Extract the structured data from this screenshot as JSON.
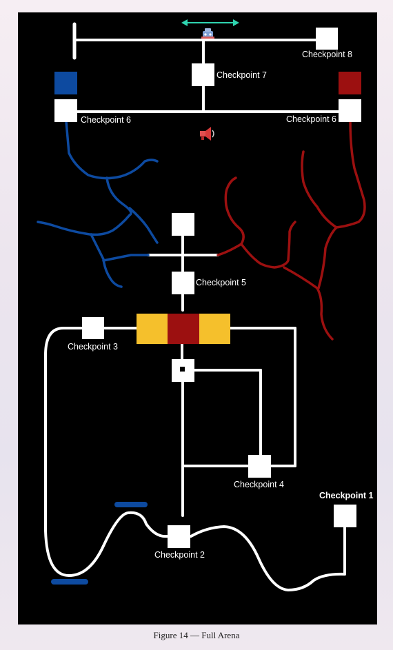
{
  "caption": "Figure 14 — Full Arena",
  "colors": {
    "background": "#000000",
    "track": "#ffffff",
    "blue_team": "#0d4aa0",
    "red_team": "#9c1010",
    "yellow_zone": "#f5c02c",
    "label": "#ffffff"
  },
  "checkpoints": [
    {
      "id": "cp1",
      "label": "Checkpoint 1"
    },
    {
      "id": "cp2",
      "label": "Checkpoint 2"
    },
    {
      "id": "cp3",
      "label": "Checkpoint 3"
    },
    {
      "id": "cp4",
      "label": "Checkpoint 4"
    },
    {
      "id": "cp5",
      "label": "Checkpoint 5"
    },
    {
      "id": "cp6-left",
      "label": "Checkpoint 6"
    },
    {
      "id": "cp6-right",
      "label": "Checkpoint 6"
    },
    {
      "id": "cp7",
      "label": "Checkpoint 7"
    },
    {
      "id": "cp8",
      "label": "Checkpoint 8"
    }
  ],
  "icons": {
    "robot": "robot-icon",
    "megaphone": "megaphone-icon",
    "double_arrow": "double-arrow-icon"
  }
}
